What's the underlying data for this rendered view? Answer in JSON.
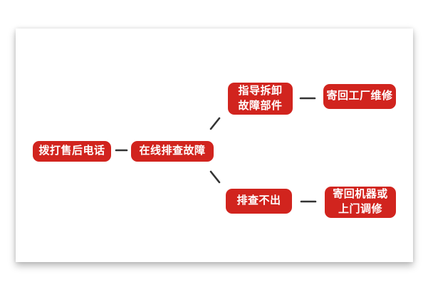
{
  "diagram": {
    "type": "flowchart",
    "background_color": "#ffffff",
    "node_color": "#d1241e",
    "node_text_color": "#ffffff",
    "connector_color": "#333333",
    "nodes": [
      {
        "id": "call-hotline",
        "label": "拨打售后电话"
      },
      {
        "id": "online-troubleshoot",
        "label": "在线排查故障"
      },
      {
        "id": "guide-disassemble",
        "label": "指导拆卸\n故障部件"
      },
      {
        "id": "return-to-factory",
        "label": "寄回工厂维修"
      },
      {
        "id": "cannot-diagnose",
        "label": "排查不出"
      },
      {
        "id": "return-machine-or-onsite",
        "label": "寄回机器或\n上门调修"
      }
    ],
    "edges": [
      {
        "from": "拨打售后电话",
        "to": "在线排查故障"
      },
      {
        "from": "在线排查故障",
        "to": "指导拆卸故障部件"
      },
      {
        "from": "在线排查故障",
        "to": "排查不出"
      },
      {
        "from": "指导拆卸故障部件",
        "to": "寄回工厂维修"
      },
      {
        "from": "排查不出",
        "to": "寄回机器或上门调修"
      }
    ]
  }
}
